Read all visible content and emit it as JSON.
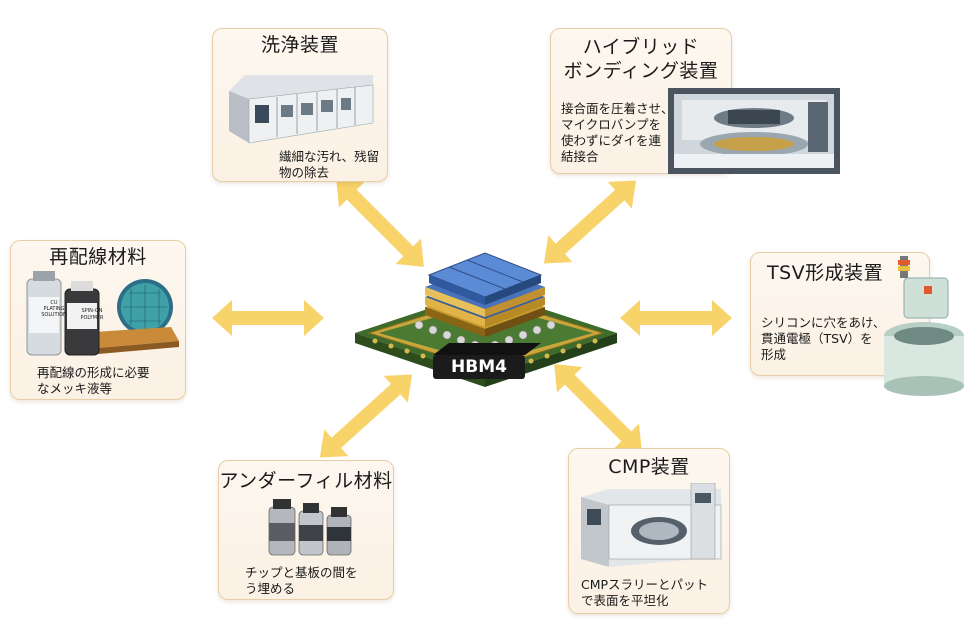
{
  "center": {
    "label": "HBM4"
  },
  "cards": {
    "cleaning": {
      "title": "洗浄装置",
      "desc": "繊細な汚れ、残留\n物の除去"
    },
    "hybrid": {
      "title": "ハイブリッド\nボンディング装置",
      "desc": "接合面を圧着させ、\nマイクロバンプを\n使わずにダイを連\n結接合"
    },
    "redist": {
      "title": "再配線材料",
      "desc": "再配線の形成に必要\nなメッキ液等",
      "bottle1_label": "CU\nPLATING\nSOLUTION",
      "bottle2_label": "SPIN-ON\nPOLYMER"
    },
    "tsv": {
      "title": "TSV形成装置",
      "desc": "シリコンに穴をあけ、\n貫通電極（TSV）を\n形成"
    },
    "underfill": {
      "title": "アンダーフィル材料",
      "desc": "チップと基板の間を\nう埋める"
    },
    "cmp": {
      "title": "CMP装置",
      "desc": "CMPスラリーとパット\nで表面を平坦化"
    }
  },
  "colors": {
    "arrow": "#f8d36a",
    "card_border": "#e8cda8",
    "card_bg": "#fbf1e4"
  }
}
